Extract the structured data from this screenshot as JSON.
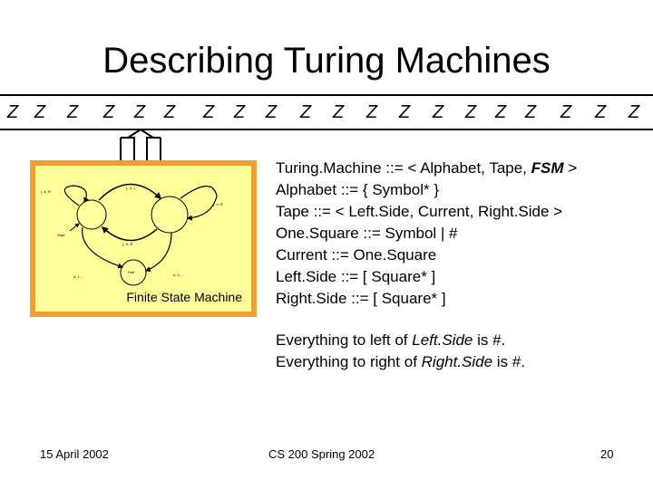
{
  "slide": {
    "title": "Describing Turing Machines",
    "tape": {
      "cells": [
        "Z",
        "Z",
        "Z",
        "Z",
        "Z",
        "Z",
        "Z",
        "Z",
        "Z",
        "Z",
        "Z",
        "Z",
        "Z",
        "Z",
        "Z",
        "Z",
        "Z",
        "Z",
        "Z",
        "Z"
      ]
    },
    "fsm": {
      "caption": "Finite State Machine",
      "labels": [
        "), X, L",
        "), #, R",
        "), #, R",
        "(, X, R",
        "#, 1, -",
        "#, 0, -",
        "Start",
        "Halt"
      ]
    },
    "grammar": [
      [
        "Turing.Machine ::= < Alphabet, Tape, ",
        "FSM",
        " >"
      ],
      [
        "Alphabet ::= { Symbol* }"
      ],
      [
        "Tape ::= < Left.Side, Current, Right.Side >"
      ],
      [
        "One.Square ::= Symbol | #"
      ],
      [
        "Current ::= One.Square"
      ],
      [
        "Left.Side ::= [ Square* ]"
      ],
      [
        "Right.Side ::= [ Square* ]"
      ]
    ],
    "notes": [
      [
        "Everything to left of ",
        "Left.Side",
        " is #."
      ],
      [
        "Everything to right of ",
        "Right.Side",
        " is #."
      ]
    ],
    "footer": {
      "date": "15 April 2002",
      "course": "CS 200 Spring 2002",
      "page": "20"
    }
  }
}
